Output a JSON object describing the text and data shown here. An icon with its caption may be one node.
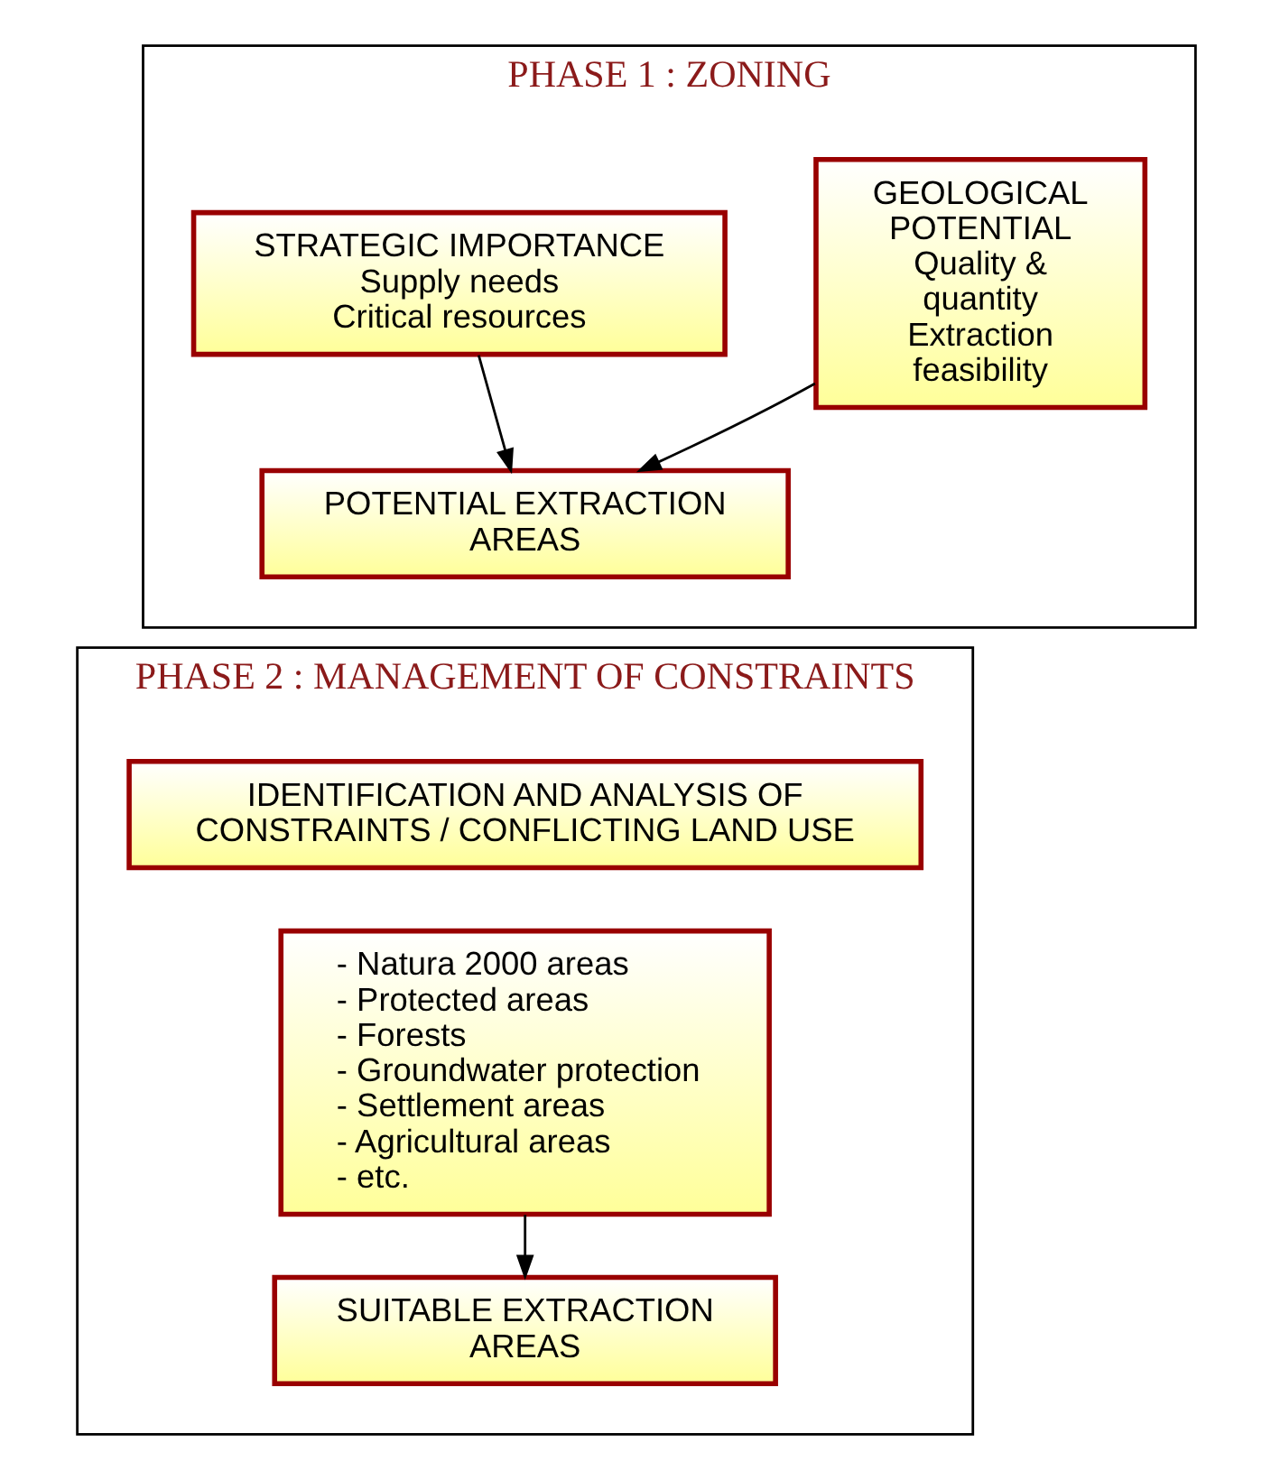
{
  "diagram": {
    "nodes": [
      {
        "text": [
          "PHASE 1 : ZONING"
        ]
      },
      {
        "text": [
          "GEOLOGICAL POTENTIAL",
          "Quality & quantity Extraction feasibility"
        ],
        "in": 0
      },
      {
        "text": [
          "STRATEGIC IMPORTANCE",
          "Supply needs Critical resources"
        ],
        "in": 0
      },
      {
        "text": [
          "POTENTIAL EXTRACTION AREAS"
        ],
        "in": 0
      },
      {
        "text": [
          "PHASE 2 : MANAGEMENT OF CONSTRAINTS"
        ]
      },
      {
        "text": [
          "IDENTIFICATION AND ANALYSIS OF CONSTRAINTS / CONFLICTING LAND USE"
        ],
        "in": 4
      },
      {
        "text": [
          "- Natura 2000 areas",
          "- Protected areas",
          "- Forests",
          "- Groundwater protection",
          "- Settlement areas",
          "- Agricultural areas",
          "- etc."
        ],
        "in": 4
      },
      {
        "text": [
          "SUITABLE EXTRACTION AREAS"
        ],
        "in": 4
      }
    ],
    "edges": [
      {
        "from": 1,
        "to": 3,
        "arrow": "to"
      },
      {
        "from": 2,
        "to": 3,
        "arrow": "to"
      },
      {
        "from": 6,
        "to": 7,
        "arrow": "to"
      }
    ]
  }
}
